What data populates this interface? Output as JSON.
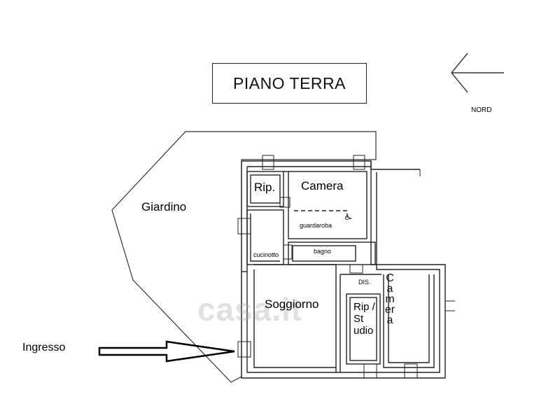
{
  "plan": {
    "title": "PIANO TERRA",
    "north_label": "NORD",
    "watermark": "casa.it",
    "rooms": {
      "giardino": "Giardino",
      "rip": "Rip.",
      "camera_1": "Camera",
      "guardaroba": "guardaroba",
      "bagno": "bagno",
      "cucinotto": "cucinotto",
      "dis": "DIS.",
      "soggiorno": "Soggiorno",
      "rip_studio": "Rip / St udio",
      "camera_2": "Camera"
    },
    "entrance_label": "Ingresso"
  }
}
